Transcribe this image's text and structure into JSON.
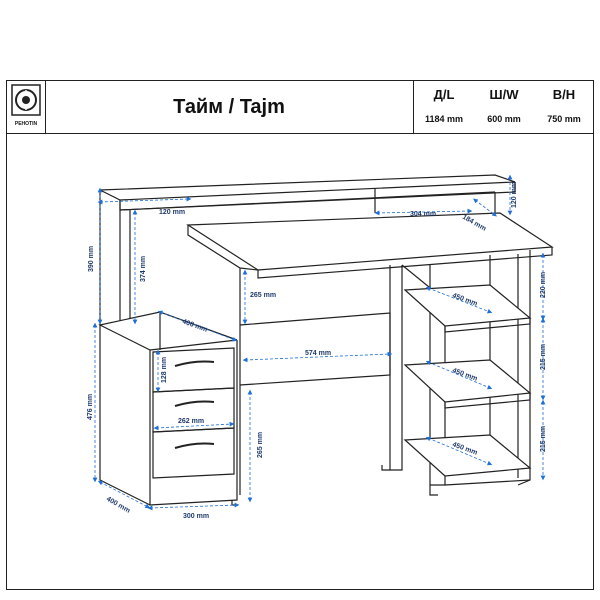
{
  "header": {
    "title": "Тайм / Tajm",
    "brand": "PEHOTIN",
    "dimensions": [
      {
        "label": "Д/L",
        "value": "1184 mm"
      },
      {
        "label": "Ш/W",
        "value": "600 mm"
      },
      {
        "label": "В/H",
        "value": "750 mm"
      }
    ]
  },
  "annotations": {
    "d120_top_left": "120 mm",
    "d304": "304 mm",
    "d184": "184 mm",
    "d120_right": "120 mm",
    "d390": "390 mm",
    "d374": "374 mm",
    "d265_upper": "265 mm",
    "d400_shelf": "400 mm",
    "d220": "220 mm",
    "d450_a": "450 mm",
    "d574": "574 mm",
    "d128": "128 mm",
    "d476": "476 mm",
    "d215_a": "215 mm",
    "d450_b": "450 mm",
    "d262": "262 mm",
    "d265_lower": "265 mm",
    "d215_b": "215 mm",
    "d450_c": "450 mm",
    "d400_base": "400 mm",
    "d300": "300 mm"
  },
  "colors": {
    "line": "#222222",
    "dimension": "#1f6fd6",
    "label": "#1f3a6b"
  }
}
